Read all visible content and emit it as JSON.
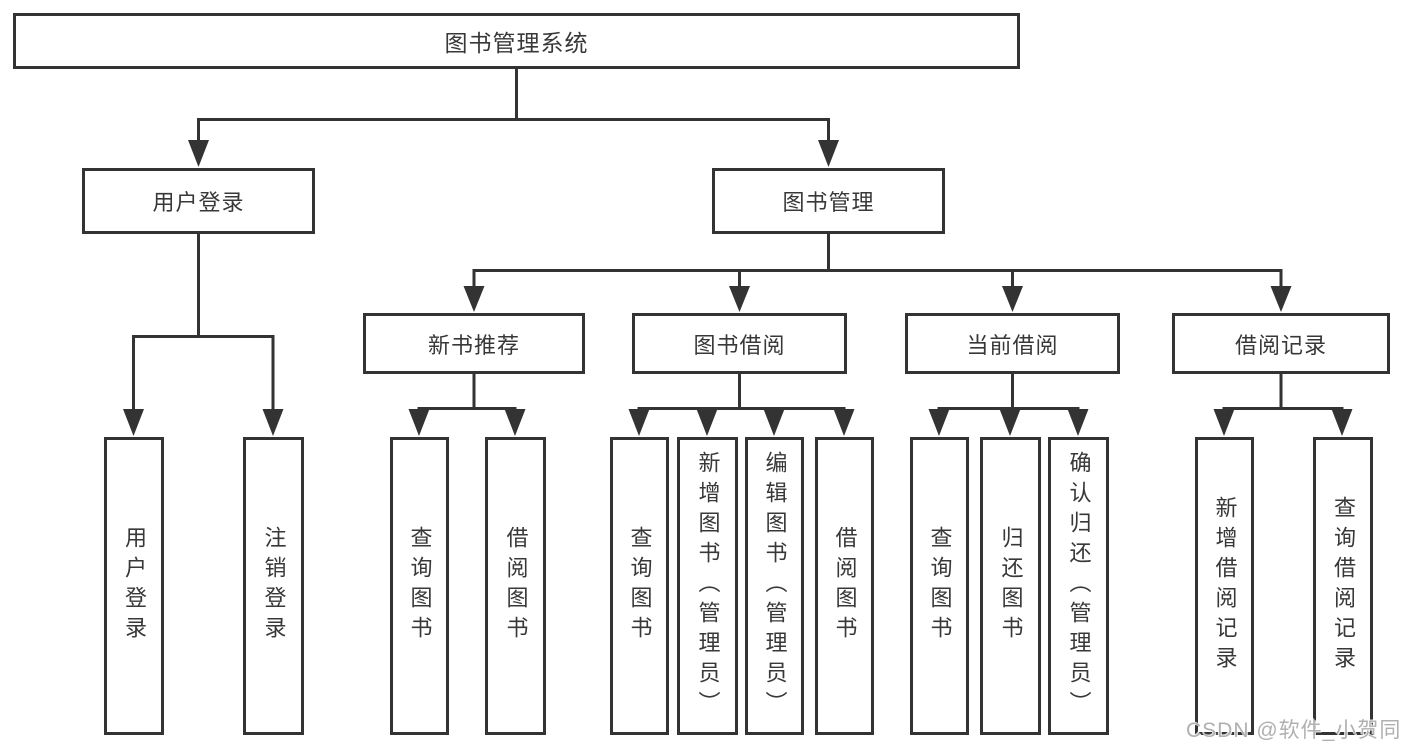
{
  "diagram": {
    "root": {
      "label": "图书管理系统"
    },
    "branches": [
      {
        "label": "用户登录",
        "children": [
          {
            "label": "用户登录"
          },
          {
            "label": "注销登录"
          }
        ]
      },
      {
        "label": "图书管理",
        "groups": [
          {
            "label": "新书推荐",
            "children": [
              {
                "label": "查询图书"
              },
              {
                "label": "借阅图书"
              }
            ]
          },
          {
            "label": "图书借阅",
            "children": [
              {
                "label": "查询图书"
              },
              {
                "label": "新增图书（管理员）"
              },
              {
                "label": "编辑图书（管理员）"
              },
              {
                "label": "借阅图书"
              }
            ]
          },
          {
            "label": "当前借阅",
            "children": [
              {
                "label": "查询图书"
              },
              {
                "label": "归还图书"
              },
              {
                "label": "确认归还（管理员）"
              }
            ]
          },
          {
            "label": "借阅记录",
            "children": [
              {
                "label": "新增借阅记录"
              },
              {
                "label": "查询借阅记录"
              }
            ]
          }
        ]
      }
    ]
  },
  "watermark": "CSDN @软件_小贺同学",
  "colors": {
    "line": "#333333",
    "border": "#333333",
    "text": "#383838",
    "watermark": "#b0b0b0",
    "background": "#ffffff"
  }
}
